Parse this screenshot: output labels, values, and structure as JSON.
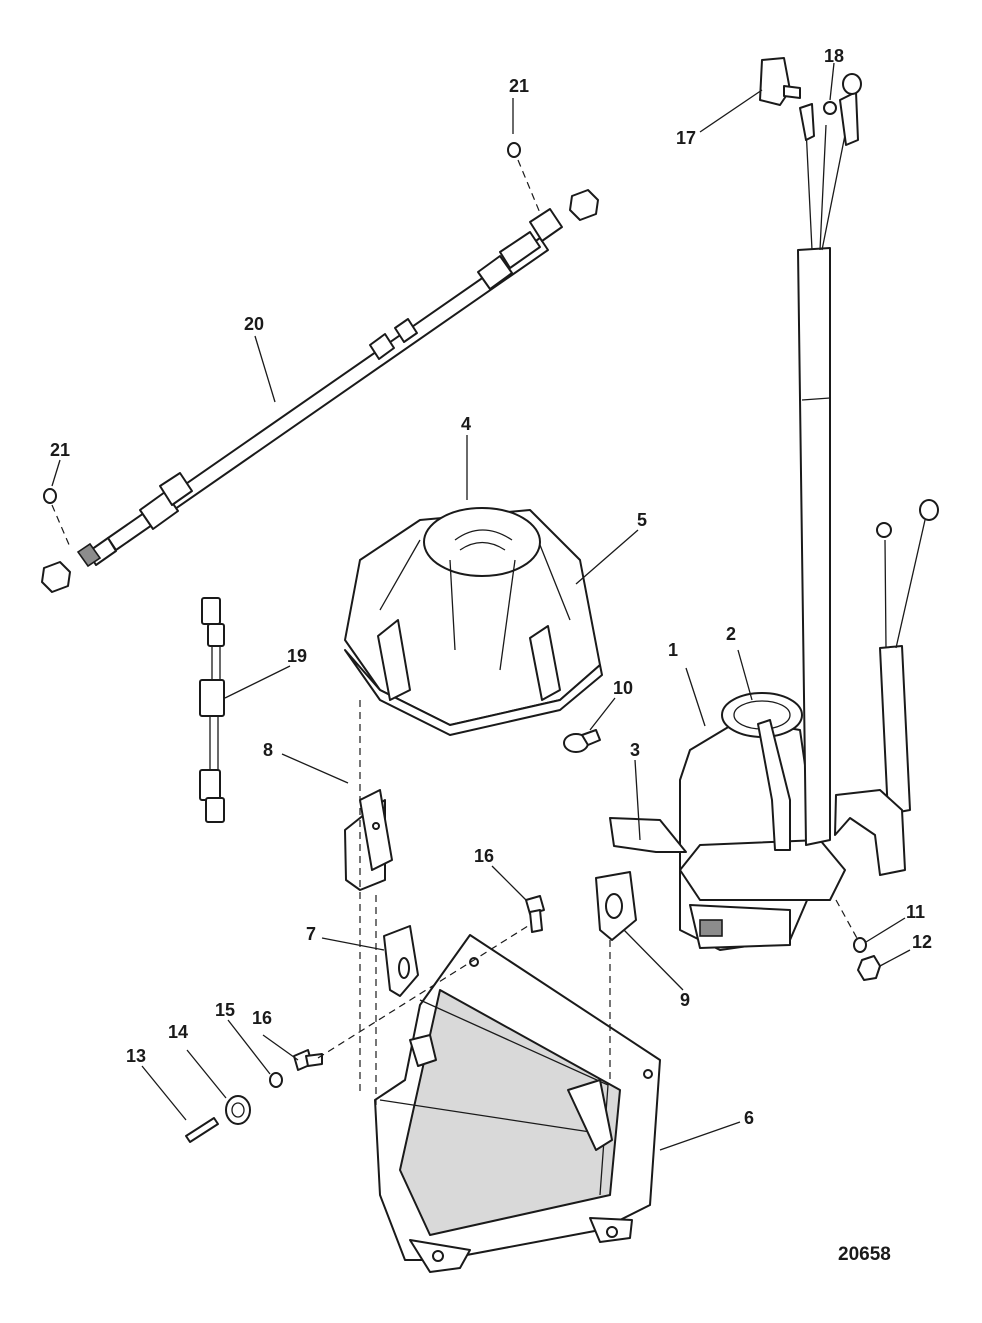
{
  "callouts": {
    "c1": "1",
    "c2": "2",
    "c3": "3",
    "c4": "4",
    "c5": "5",
    "c6": "6",
    "c7": "7",
    "c8": "8",
    "c9": "9",
    "c10": "10",
    "c11": "11",
    "c12": "12",
    "c13": "13",
    "c14": "14",
    "c15": "15",
    "c16a": "16",
    "c16b": "16",
    "c17": "17",
    "c18": "18",
    "c19": "19",
    "c20": "20",
    "c21a": "21",
    "c21b": "21"
  },
  "figure_id": "20658"
}
